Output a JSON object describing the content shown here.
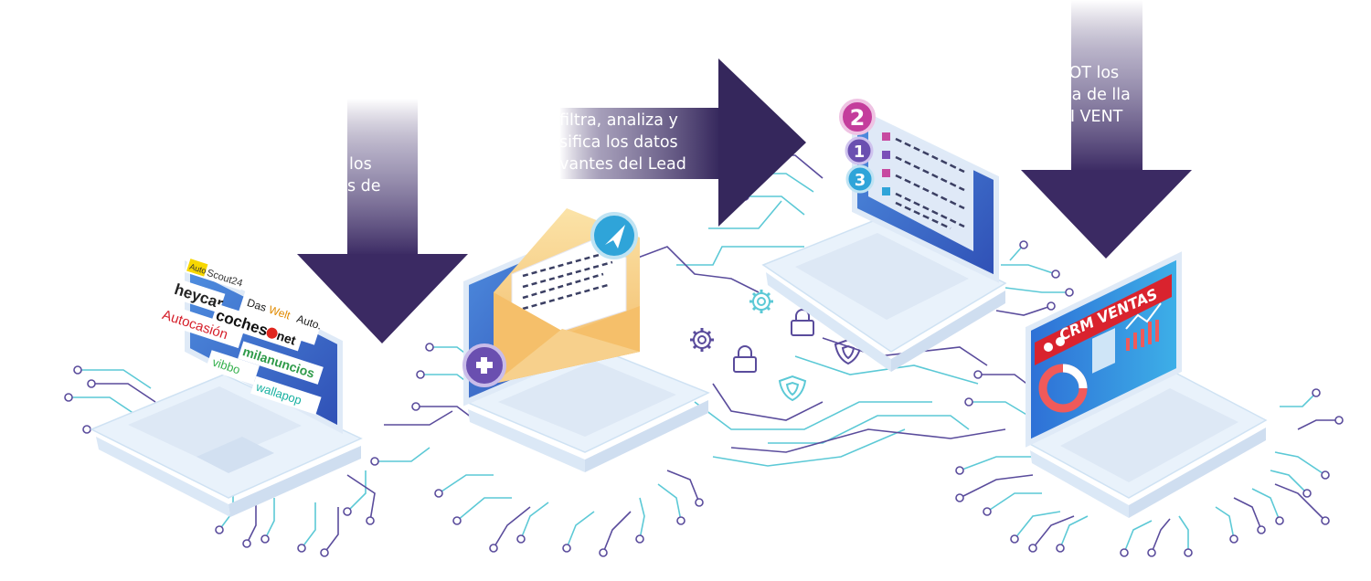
{
  "steps": [
    {
      "caption_lines": [
        "los",
        "s de"
      ]
    },
    {
      "caption_lines": [
        "filtra, analiza y",
        "sifica los datos",
        "vantes del Lead"
      ]
    },
    {
      "caption_lines": [
        "LBOT los",
        "olsa de lla",
        "AVI VENT"
      ]
    }
  ],
  "portal_logos": {
    "autoscout_badge": "Auto",
    "autoscout_text": "Scout24",
    "heycar": "heycar",
    "dasweltauto_1": "Das",
    "dasweltauto_2": "Welt",
    "dasweltauto_3": "Auto.",
    "coches": "coches",
    "coches_net": "net",
    "autocasion": "Autocasión",
    "milanuncios": "milanuncios",
    "vibbo": "vibbo",
    "wallapop": "wallapop"
  },
  "task_numbers": [
    "2",
    "1",
    "3"
  ],
  "crm_title": "CRM VENTAS",
  "colors": {
    "arrow": "#3b2a63",
    "circuit_teal": "#5cc9d6",
    "circuit_purple": "#5a4c9c",
    "screen_blue": "#3d6fd0",
    "crm_red": "#d9232e",
    "envelope": "#f4c97a",
    "badge_purple": "#6a4fb0",
    "badge_teal": "#2fa4d9"
  },
  "icons": [
    "gear-icon",
    "padlock-icon",
    "shield-icon",
    "plus-icon",
    "send-icon",
    "heart-icon",
    "donut-chart-icon",
    "line-chart-icon"
  ]
}
